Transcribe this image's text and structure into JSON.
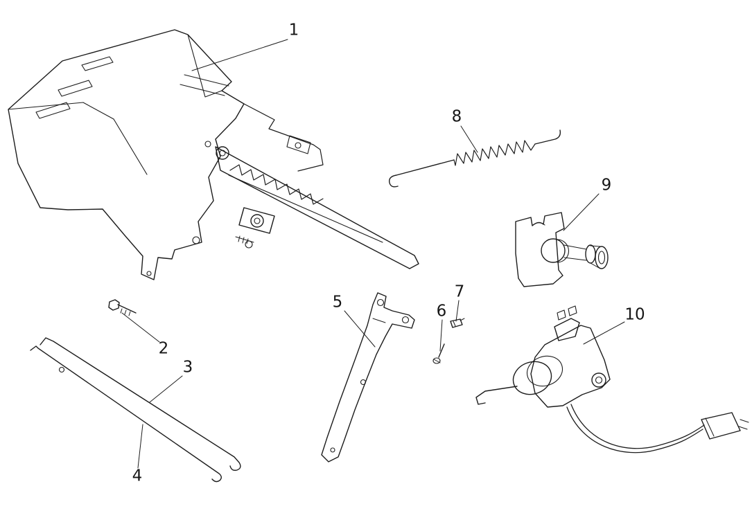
{
  "page": {
    "background_color": "#ffffff",
    "ink_color": "#1c1c1c"
  },
  "diagram": {
    "kind": "exploded-parts-line-drawing",
    "labels": [
      {
        "text": "1"
      },
      {
        "text": "2"
      },
      {
        "text": "3"
      },
      {
        "text": "4"
      },
      {
        "text": "5"
      },
      {
        "text": "6"
      },
      {
        "text": "7"
      },
      {
        "text": "8"
      },
      {
        "text": "9"
      },
      {
        "text": "10"
      }
    ]
  }
}
